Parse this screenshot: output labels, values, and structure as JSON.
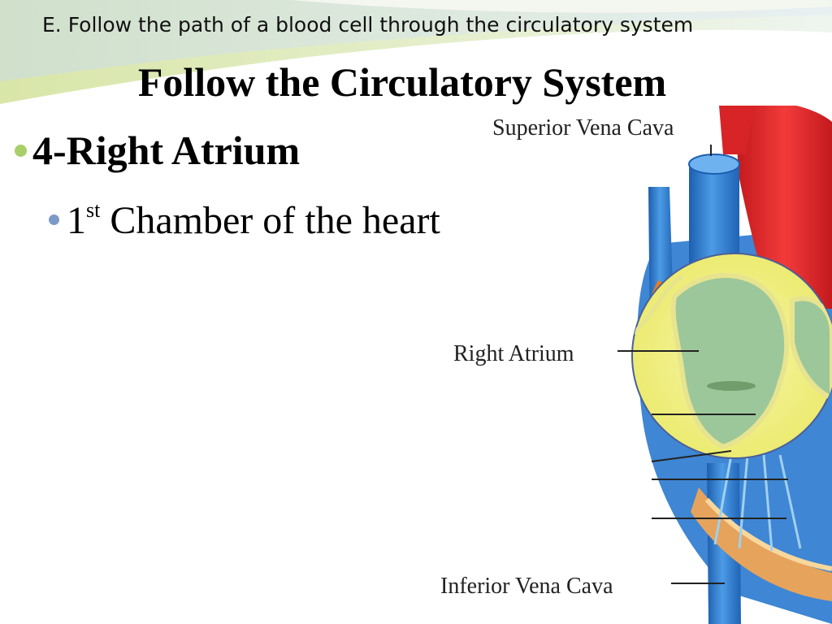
{
  "slide": {
    "header": "E. Follow the path of a blood cell through the circulatory system",
    "title": "Follow the Circulatory System",
    "bullet1": "4-Right Atrium",
    "bullet2_main": "1",
    "bullet2_sup": "st",
    "bullet2_rest": " Chamber of the heart"
  },
  "diagram": {
    "labels": {
      "superior": "Superior Vena Cava",
      "right_atrium": "Right Atrium",
      "inferior": "Inferior Vena Cava"
    }
  },
  "colors": {
    "bullet1": "#a9cf6a",
    "bullet2": "#7d99c7",
    "vein_blue": "#2f7fd0",
    "artery_red": "#e8262a",
    "highlight": "#f3f28a"
  }
}
